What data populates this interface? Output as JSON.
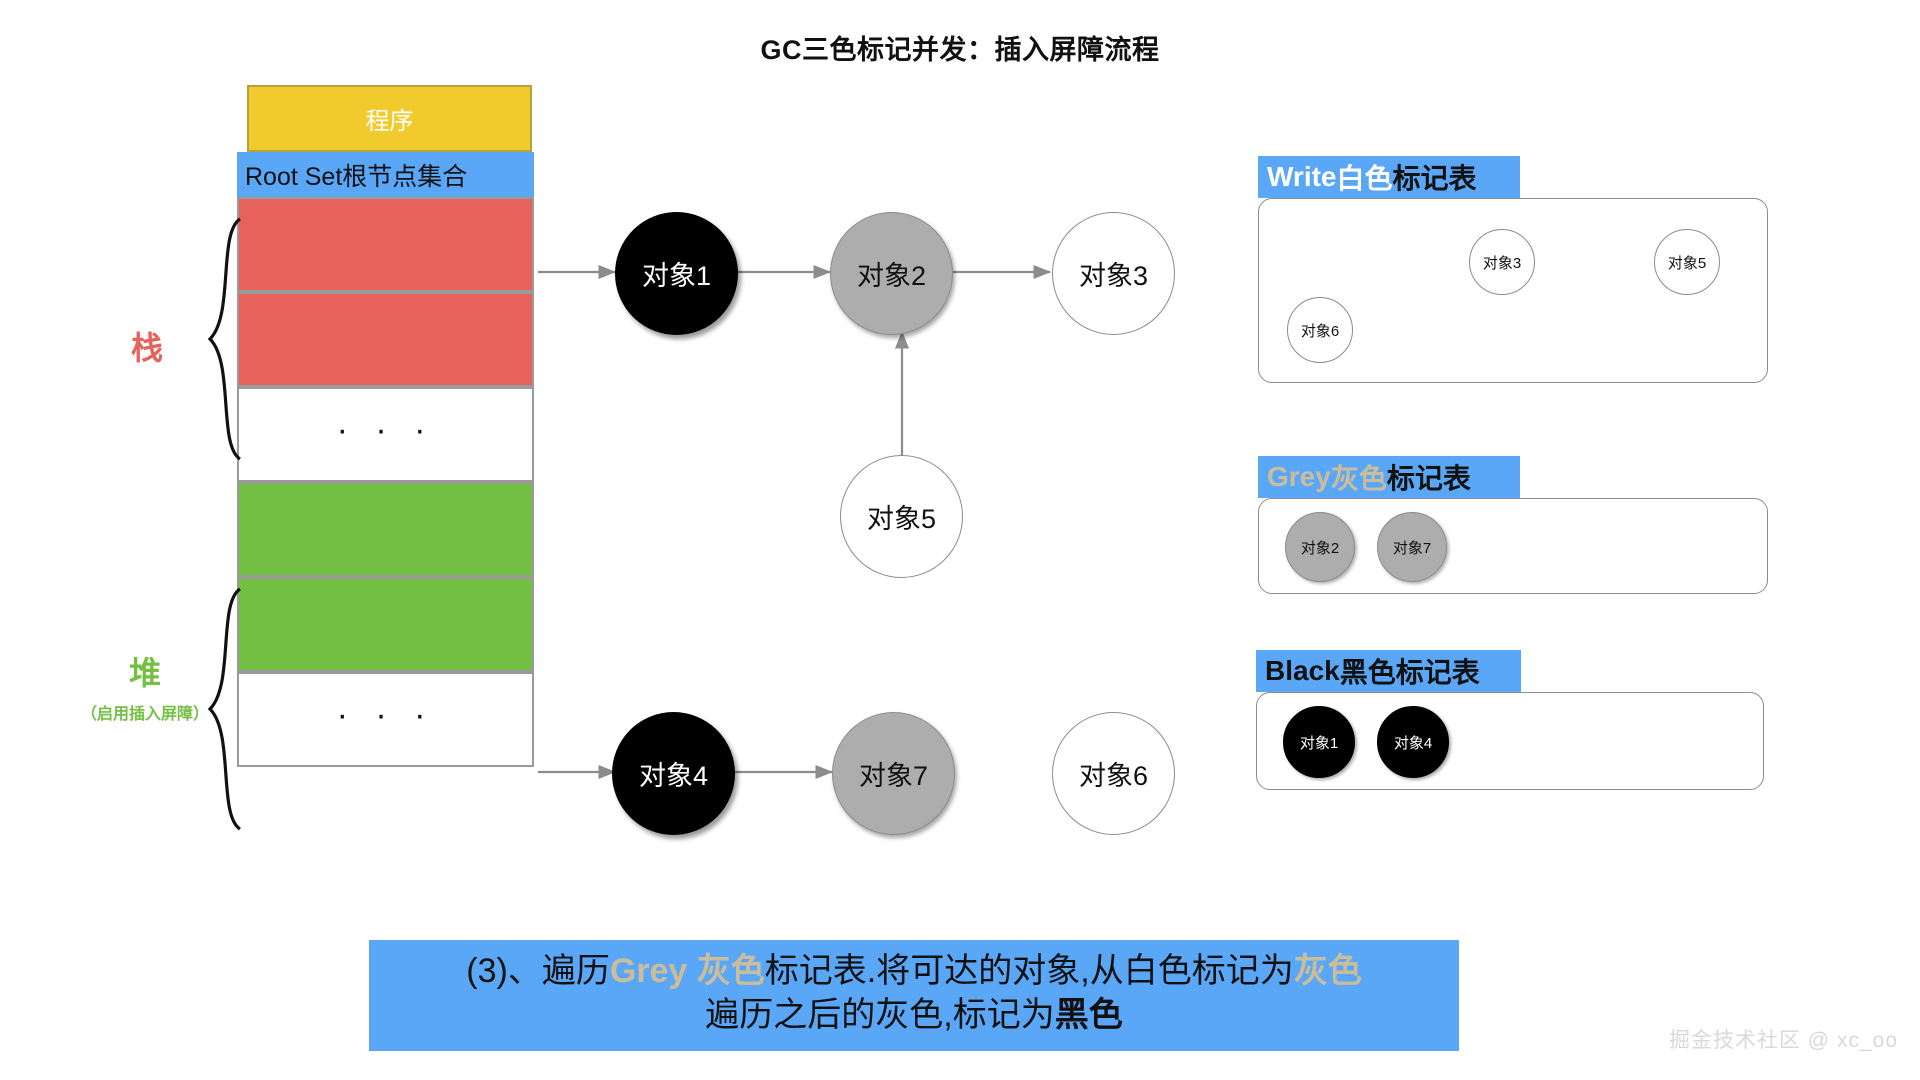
{
  "title": "GC三色标记并发：插入屏障流程",
  "memory": {
    "program_label": "程序",
    "root_set_label": "Root Set根节点集合",
    "ellipsis": "· · ·",
    "stack_label": "栈",
    "heap_label": "堆",
    "heap_sublabel": "（启用插入屏障）"
  },
  "graph": {
    "nodes": [
      {
        "id": "obj1",
        "label": "对象1",
        "color": "black"
      },
      {
        "id": "obj2",
        "label": "对象2",
        "color": "grey"
      },
      {
        "id": "obj3",
        "label": "对象3",
        "color": "white"
      },
      {
        "id": "obj5",
        "label": "对象5",
        "color": "white"
      },
      {
        "id": "obj4",
        "label": "对象4",
        "color": "black"
      },
      {
        "id": "obj7",
        "label": "对象7",
        "color": "grey"
      },
      {
        "id": "obj6",
        "label": "对象6",
        "color": "white"
      }
    ],
    "edges": [
      {
        "from": "root",
        "to": "obj1"
      },
      {
        "from": "obj1",
        "to": "obj2"
      },
      {
        "from": "obj2",
        "to": "obj3"
      },
      {
        "from": "obj5",
        "to": "obj2"
      },
      {
        "from": "root",
        "to": "obj4"
      },
      {
        "from": "obj4",
        "to": "obj7"
      }
    ]
  },
  "tables": [
    {
      "key": "white",
      "head_en": "Write",
      "head_color_word": " 白色",
      "head_tail": "标记表",
      "items": [
        {
          "label": "对象3",
          "color": "white"
        },
        {
          "label": "对象5",
          "color": "white"
        },
        {
          "label": "对象6",
          "color": "white"
        }
      ]
    },
    {
      "key": "grey",
      "head_en": "Grey",
      "head_color_word": " 灰色",
      "head_tail": "标记表",
      "items": [
        {
          "label": "对象2",
          "color": "grey"
        },
        {
          "label": "对象7",
          "color": "grey"
        }
      ]
    },
    {
      "key": "black",
      "head_en": "Black",
      "head_color_word": " 黑色",
      "head_tail": "标记表",
      "items": [
        {
          "label": "对象1",
          "color": "black"
        },
        {
          "label": "对象4",
          "color": "black"
        }
      ]
    }
  ],
  "caption": {
    "l1a": "(3)、遍历",
    "l1b": "Grey 灰色",
    "l1c": "标记表.将可达的对象,从白色标记为",
    "l1d": "灰色",
    "l2a": "遍历之后的灰色,标记为",
    "l2b": "黑色"
  },
  "watermark": "掘金技术社区 @ xc_oo",
  "colors": {
    "accent_blue": "#5aa7f7",
    "program_yellow": "#f1cb2e",
    "stack_red": "#e8625c",
    "heap_green": "#73bf44",
    "grey_node": "#adadad",
    "tan": "#cbbd9a"
  }
}
